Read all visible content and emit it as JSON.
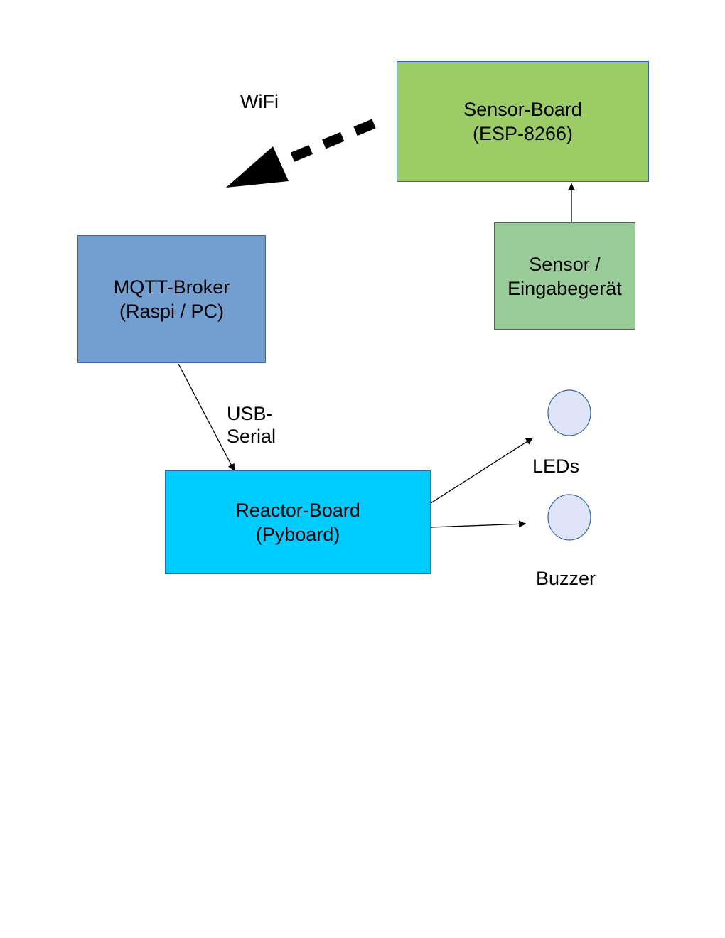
{
  "nodes": {
    "sensor_board": {
      "line1": "Sensor-Board",
      "line2": "(ESP-8266)",
      "color": "#9ccc65"
    },
    "sensor_input": {
      "line1": "Sensor /",
      "line2": "Eingabegerät",
      "color": "#99cc99"
    },
    "mqtt_broker": {
      "line1": "MQTT-Broker",
      "line2": "(Raspi / PC)",
      "color": "#729fcf"
    },
    "reactor_board": {
      "line1": "Reactor-Board",
      "line2": "(Pyboard)",
      "color": "#00ccff"
    },
    "leds": {
      "label": "LEDs",
      "color": "#e0e4f8"
    },
    "buzzer": {
      "label": "Buzzer",
      "color": "#e0e4f8"
    }
  },
  "edges": {
    "wifi": {
      "label": "WiFi",
      "style": "dashed-thick"
    },
    "usb_serial": {
      "line1": "USB-",
      "line2": "Serial"
    }
  }
}
